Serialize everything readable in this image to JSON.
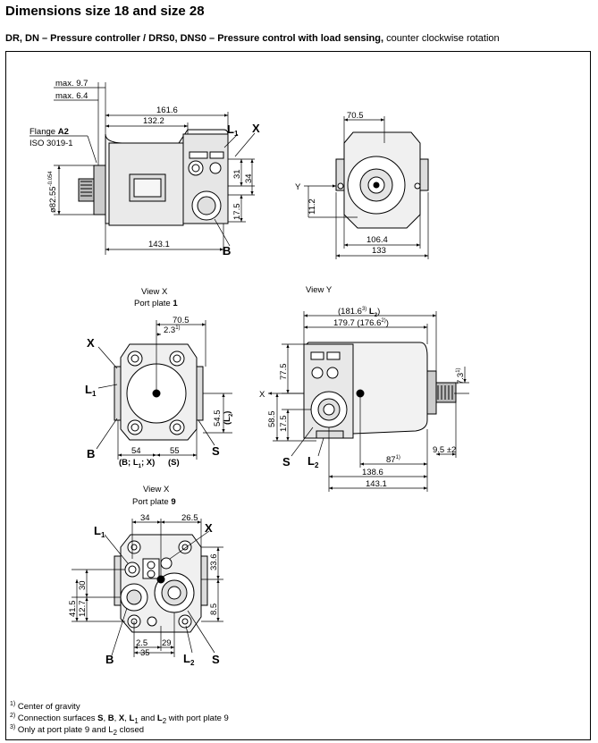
{
  "page": {
    "title": "Dimensions size 18 and size 28",
    "subtitle_bold": "DR, DN – Pressure controller / DRS0, DNS0 – Pressure control with load sensing,",
    "subtitle_rest": " counter clockwise rotation"
  },
  "side_view": {
    "flange_label": "Flange",
    "flange_code": "A2",
    "flange_iso": "ISO 3019-1",
    "dims": {
      "max1": "max. 9.7",
      "max2": "max. 6.4",
      "d161": "161.6",
      "d132": "132.2",
      "d143": "143.1",
      "dia": "ø82.55",
      "dia_tol": "-0.054",
      "d31": "31",
      "d34": "34",
      "d175": "17.5"
    },
    "labels": {
      "L": "L",
      "L_sub": "1",
      "X": "X",
      "B": "B"
    }
  },
  "front_view": {
    "dims": {
      "d705": "70.5",
      "d1064": "106.4",
      "d133": "133",
      "d112": "11.2"
    },
    "labels": {
      "Y": "Y"
    }
  },
  "view_x_1": {
    "caption": "View X",
    "plate": "Port plate ",
    "plate_no": "1",
    "dims": {
      "d705": "70.5",
      "d23": "2.3",
      "d23_note": "1)",
      "d54": "54",
      "d55": "55",
      "d545": "54.5",
      "d545_note": "(L",
      "d545_note_sub": "2",
      "d545_note_end": ")",
      "sub54": "(B; L",
      "sub54_sub": "1",
      "sub54_end": "; X)",
      "sub55": "(S)"
    },
    "labels": {
      "X": "X",
      "L": "L",
      "L_sub": "1",
      "B": "B",
      "S": "S"
    }
  },
  "view_y": {
    "caption": "View Y",
    "dims": {
      "d1816": "(181.6",
      "d1816_note": "3)",
      "d1816_end": " L",
      "d1816_sub": "2",
      "d1816_close": ")",
      "d1797": "179.7 (176.6",
      "d1797_note": "2)",
      "d1797_end": ")",
      "d775": "77.5",
      "d585": "58.5",
      "d175": "17.5",
      "d73": "7.3",
      "d73_note": "1)",
      "d95": "9.5 ±2",
      "d87": "87",
      "d87_note": "1)",
      "d1386": "138.6",
      "d1431": "143.1"
    },
    "labels": {
      "X": "X",
      "S": "S",
      "L": "L",
      "L_sub": "2"
    }
  },
  "view_x_9": {
    "caption": "View X",
    "plate": "Port plate ",
    "plate_no": "9",
    "dims": {
      "d34": "34",
      "d265": "26.5",
      "d336": "33.6",
      "d85": "8.5",
      "d415": "41.5",
      "d30": "30",
      "d127": "12.7",
      "d25": "2.5",
      "d29": "29",
      "d35": "35"
    },
    "labels": {
      "L": "L",
      "L1_sub": "1",
      "X": "X",
      "B": "B",
      "L2_sub": "2",
      "S": "S"
    }
  },
  "footnotes": {
    "n1_mark": "1)",
    "n1": "Center of gravity",
    "n2_mark": "2)",
    "n2_a": "Connection surfaces ",
    "n2_b": "S",
    "n2_c": ", ",
    "n2_d": "B",
    "n2_e": ", ",
    "n2_f": "X",
    "n2_g": ", ",
    "n2_h": "L",
    "n2_h_sub": "1",
    "n2_i": " and ",
    "n2_j": "L",
    "n2_j_sub": "2",
    "n2_k": " with port plate 9",
    "n3_mark": "3)",
    "n3_a": "Only at port plate 9 and L",
    "n3_sub": "2",
    "n3_b": " closed"
  }
}
